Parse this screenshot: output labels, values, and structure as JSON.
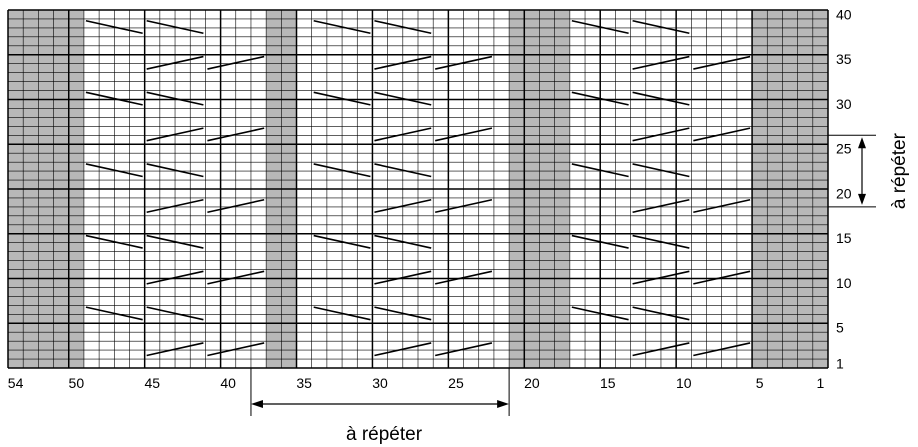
{
  "grid": {
    "stitches": 54,
    "rows": 40,
    "shaded_columns": [
      [
        50,
        54
      ],
      [
        36,
        37
      ],
      [
        18,
        21
      ],
      [
        1,
        5
      ]
    ],
    "shade_color": "#b8b8b8",
    "line_color": "#000000",
    "cable_rows_left_to_right": [
      3,
      11,
      19,
      27,
      35
    ],
    "cable_rows_right_to_left": [
      7,
      15,
      23,
      31,
      39
    ]
  },
  "x_axis": {
    "ticks": [
      "54",
      "50",
      "45",
      "40",
      "35",
      "30",
      "25",
      "20",
      "15",
      "10",
      "5",
      "1"
    ],
    "tick_stitches": [
      54,
      50,
      45,
      40,
      35,
      30,
      25,
      20,
      15,
      10,
      5,
      1
    ]
  },
  "y_axis": {
    "ticks": [
      "1",
      "5",
      "10",
      "15",
      "20",
      "25",
      "30",
      "35",
      "40"
    ],
    "tick_rows": [
      1,
      5,
      10,
      15,
      20,
      25,
      30,
      35,
      40
    ]
  },
  "repeat_stitches": {
    "label": "à répéter",
    "from_stitch": 38,
    "to_stitch": 22
  },
  "repeat_rows": {
    "label": "à répéter",
    "from_row": 19,
    "to_row": 26
  }
}
